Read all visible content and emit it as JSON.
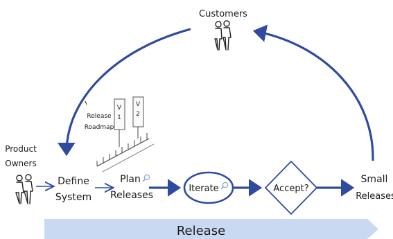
{
  "actors": {
    "customers": "Customers",
    "product_owners_line1": "Product",
    "product_owners_line2": "Owners"
  },
  "steps": {
    "define_line1": "Define",
    "define_line2": "System",
    "plan_line1": "Plan",
    "plan_line2": "Releases",
    "iterate": "Iterate",
    "accept": "Accept?",
    "small_line1": "Small",
    "small_line2": "Releases"
  },
  "roadmap": {
    "label_line1": "Release",
    "label_line2": "Roadmap",
    "sign1_line1": "V",
    "sign1_line2": "1",
    "sign2_line1": "V",
    "sign2_line2": "2"
  },
  "banner": {
    "label": "Release"
  },
  "colors": {
    "arrow_blue": "#2f4aa0",
    "banner_fill": "#c9d9f2",
    "ink": "#1a1a1a"
  },
  "icons": {
    "people": "two-people-icon",
    "inspect": "magnifier-icon"
  }
}
